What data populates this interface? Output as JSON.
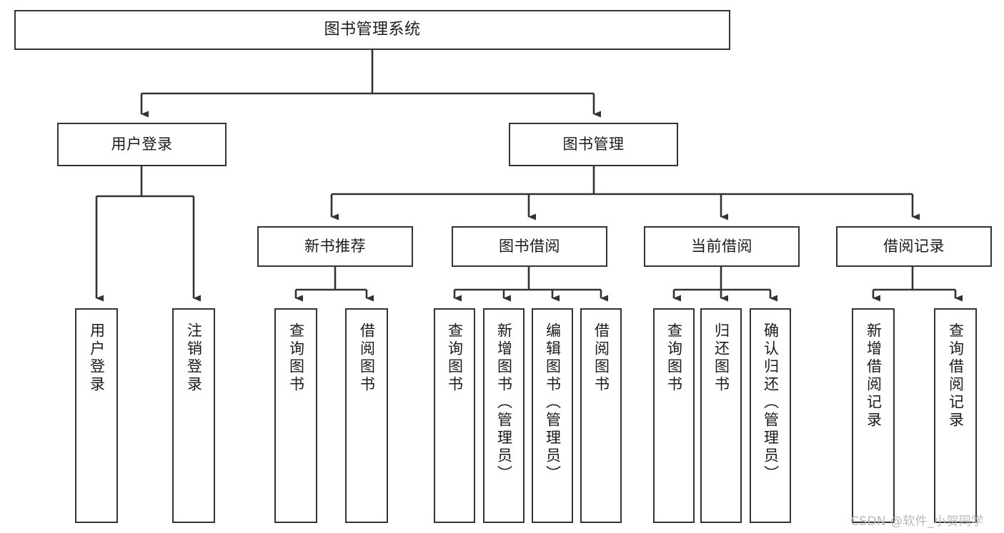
{
  "diagram": {
    "type": "hierarchy-tree",
    "title": "图书管理系统",
    "root": {
      "label": "图书管理系统"
    },
    "level1": [
      {
        "label": "用户登录"
      },
      {
        "label": "图书管理"
      }
    ],
    "level2": [
      {
        "label": "新书推荐",
        "parent": "图书管理"
      },
      {
        "label": "图书借阅",
        "parent": "图书管理"
      },
      {
        "label": "当前借阅",
        "parent": "图书管理"
      },
      {
        "label": "借阅记录",
        "parent": "图书管理"
      }
    ],
    "leaves": {
      "user_login": [
        {
          "label": "用户登录"
        },
        {
          "label": "注销登录"
        }
      ],
      "new_book_recommend": [
        {
          "label": "查询图书"
        },
        {
          "label": "借阅图书"
        }
      ],
      "book_borrow": [
        {
          "label": "查询图书"
        },
        {
          "label": "新增图书（管理员）"
        },
        {
          "label": "编辑图书（管理员）"
        },
        {
          "label": "借阅图书"
        }
      ],
      "current_borrow": [
        {
          "label": "查询图书"
        },
        {
          "label": "归还图书"
        },
        {
          "label": "确认归还（管理员）"
        }
      ],
      "borrow_record": [
        {
          "label": "新增借阅记录"
        },
        {
          "label": "查询借阅记录"
        }
      ]
    }
  },
  "watermark": {
    "text": "CSDN @软件_小贺同学"
  },
  "colors": {
    "stroke": "#333333",
    "text": "#1b1b1b",
    "background": "#ffffff",
    "watermark": "#b9b9b9"
  }
}
